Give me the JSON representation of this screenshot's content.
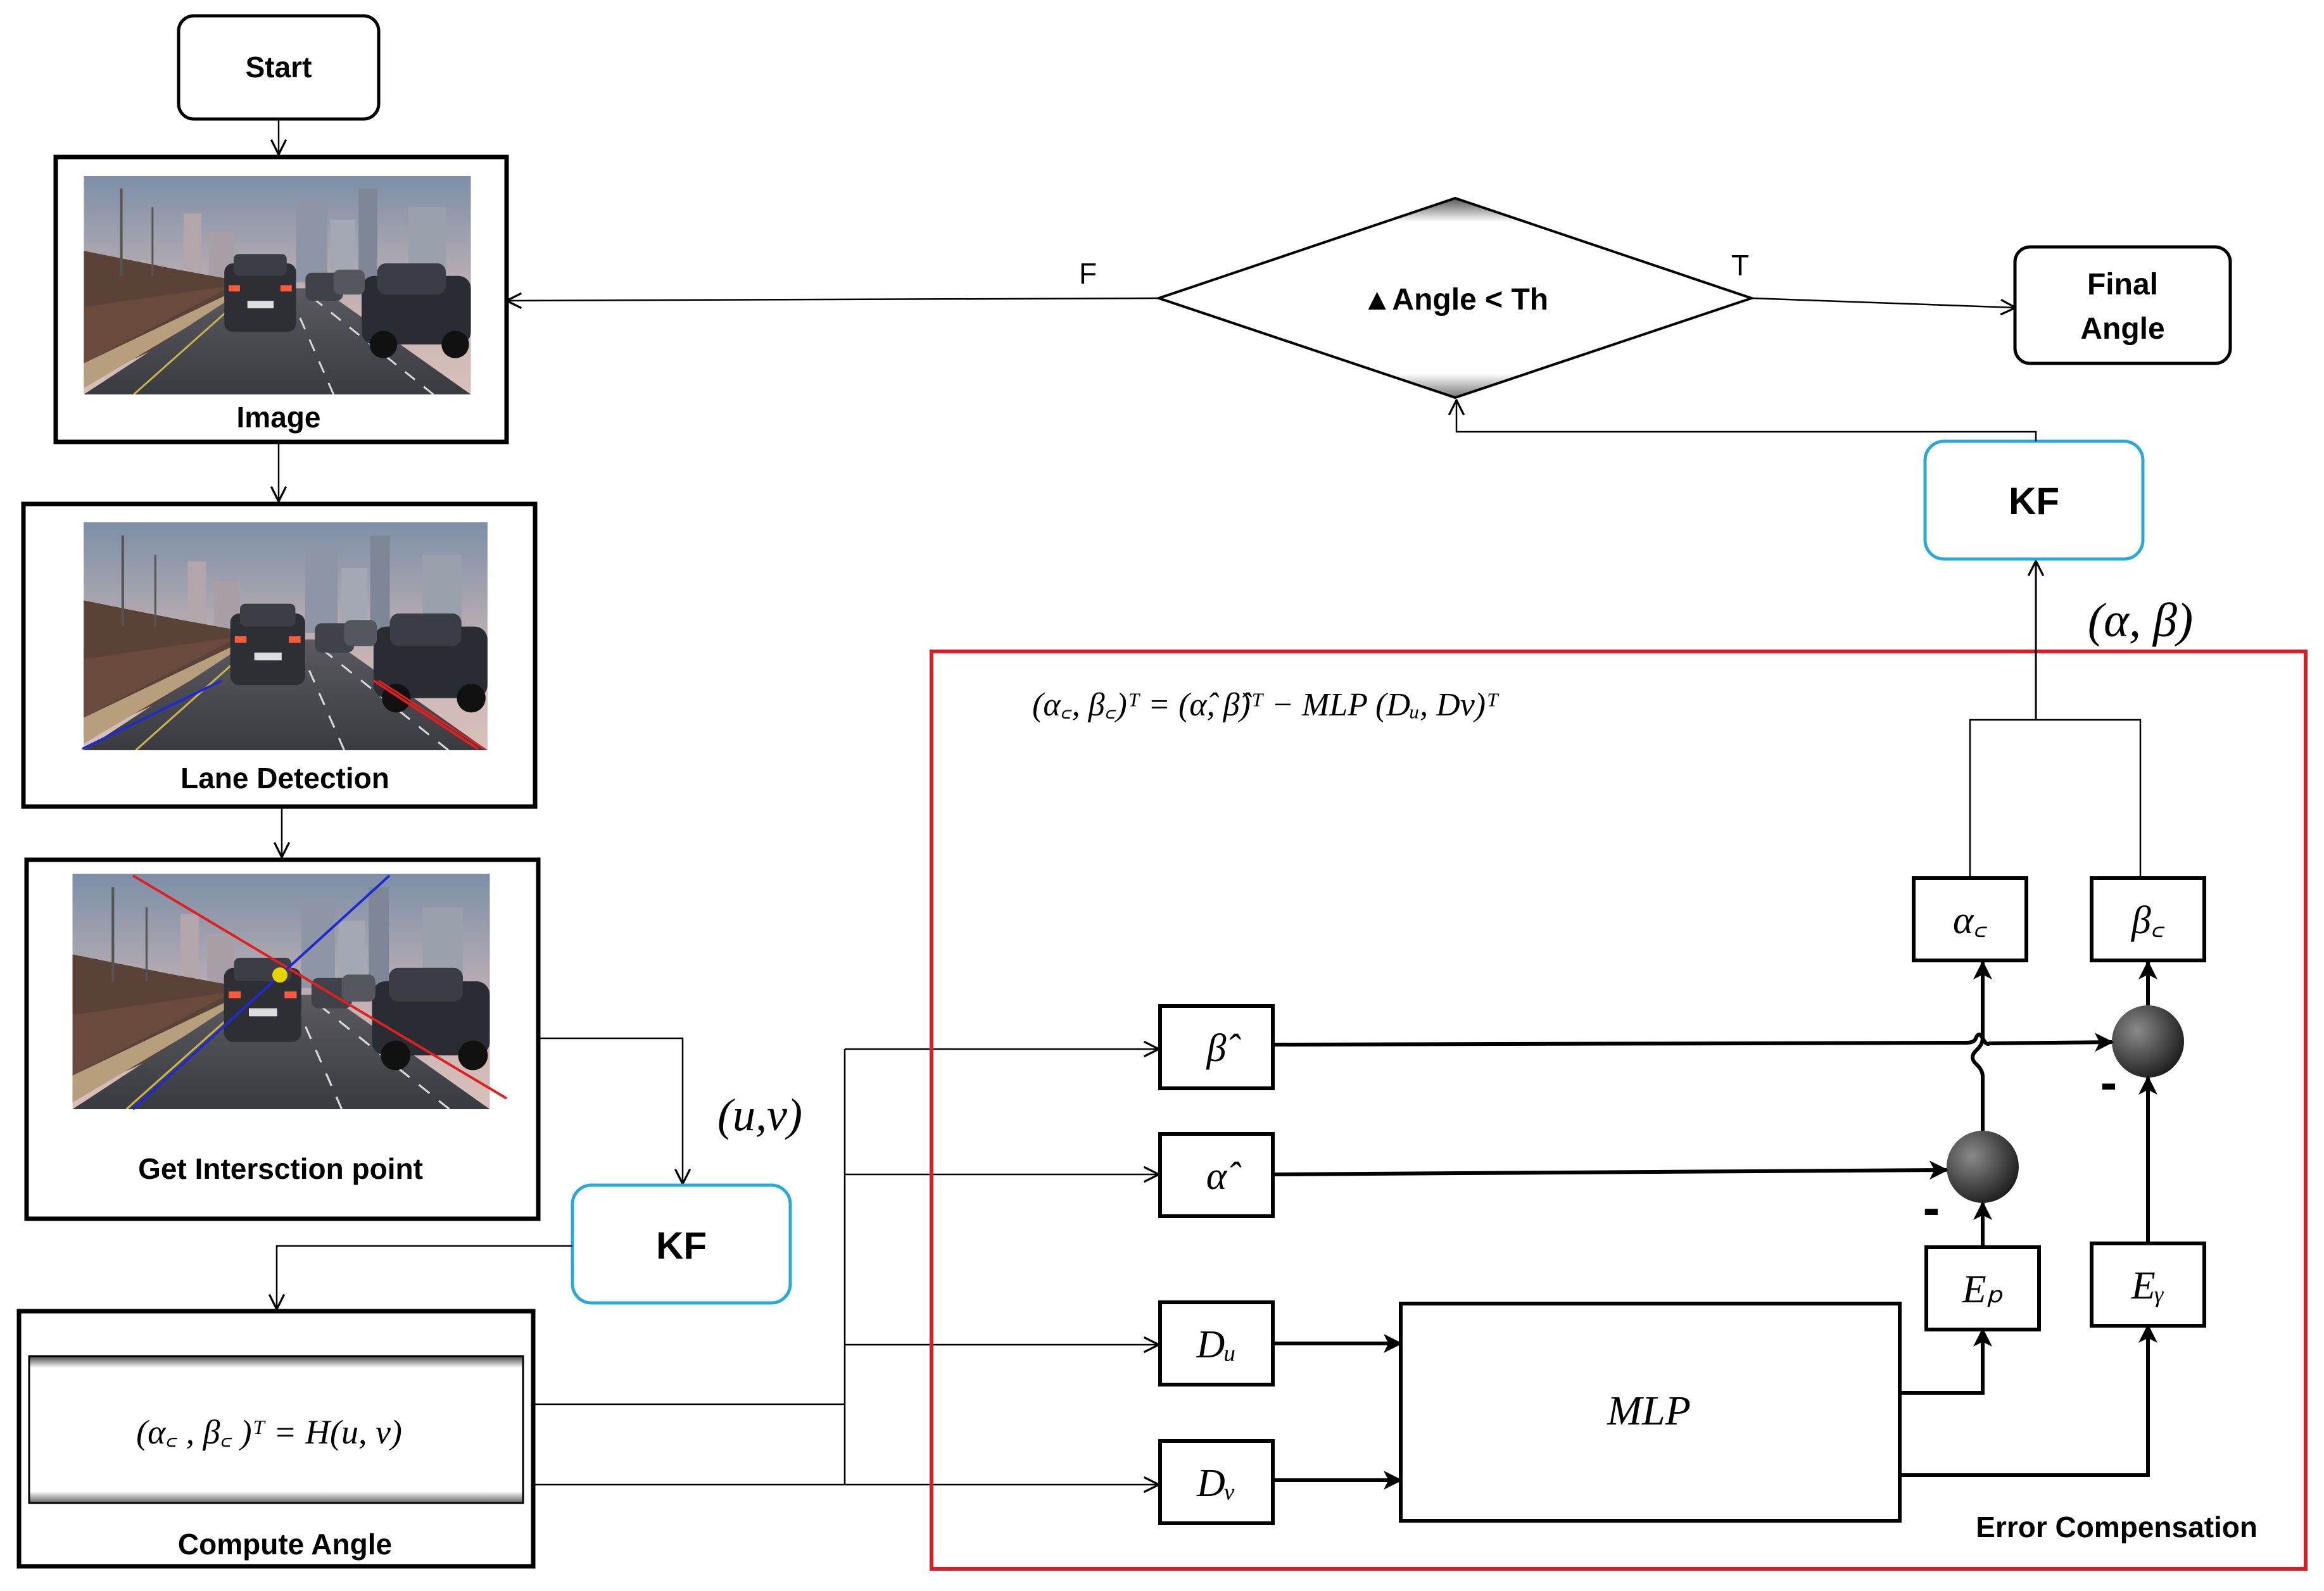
{
  "nodes": {
    "start": "Start",
    "image": "Image",
    "lane_detection": "Lane Detection",
    "get_intersection": "Get Intersction point",
    "compute_angle": "Compute Angle",
    "compute_formula": "(α꜀ , β꜀ )ᵀ =  H(u, v)",
    "kf_left": "KF",
    "kf_right": "KF",
    "decision": "▲Angle < Th",
    "decision_false": "F",
    "decision_true": "T",
    "final_angle_line1": "Final",
    "final_angle_line2": "Angle",
    "uv_label": "(u,v)",
    "alpha_beta_label": "(α, β)",
    "error_compensation": "Error Compensation",
    "ec_formula": "(α꜀, β꜀)ᵀ = (α̂, β̂)ᵀ − MLP (Dᵤ, Dv)ᵀ",
    "mlp": "MLP",
    "beta_hat": "β̂",
    "alpha_hat": "α̂",
    "du": "Dᵤ",
    "dv": "Dᵥ",
    "alpha_c": "α꜀",
    "beta_c": "β꜀",
    "ep": "Eₚ",
    "ey": "Eᵧ",
    "minus_1": "-",
    "minus_2": "-"
  },
  "colors": {
    "kf_border": "#29a9d8",
    "error_box": "#d42027",
    "lane_left": "#1f2bd0",
    "lane_right": "#e02020",
    "intersection_dot": "#e6d400"
  }
}
